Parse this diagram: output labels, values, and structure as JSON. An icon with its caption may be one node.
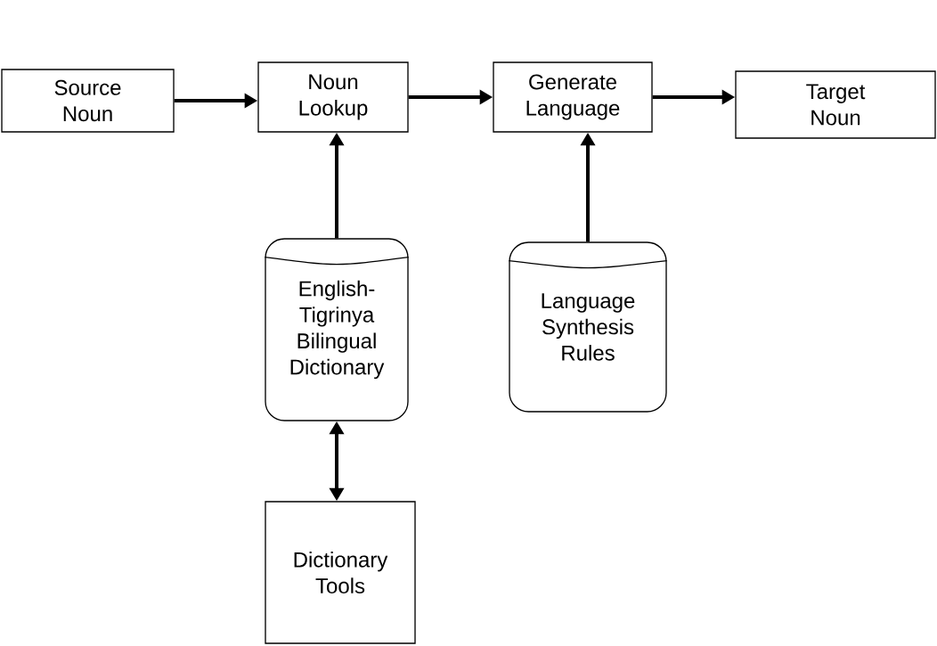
{
  "diagram": {
    "nodes": [
      {
        "text": [
          "Source Noun"
        ]
      },
      {
        "text": [
          "Noun Lookup"
        ]
      },
      {
        "text": [
          "Generate Language"
        ]
      },
      {
        "text": [
          "Target Noun"
        ]
      },
      {
        "text": [
          "English-Tigrinya Bilingual Dictionary"
        ]
      },
      {
        "text": [
          "Language Synthesis Rules"
        ]
      },
      {
        "text": [
          "Dictionary Tools"
        ]
      }
    ],
    "edges": [
      {
        "from": 0,
        "to": 1,
        "arrow": "to"
      },
      {
        "from": 1,
        "to": 2,
        "arrow": "to"
      },
      {
        "from": 2,
        "to": 3,
        "arrow": "to"
      },
      {
        "from": 4,
        "to": 1,
        "arrow": "to"
      },
      {
        "from": 5,
        "to": 2,
        "arrow": "to"
      },
      {
        "from": 4,
        "to": 6,
        "arrow": "both"
      }
    ]
  }
}
